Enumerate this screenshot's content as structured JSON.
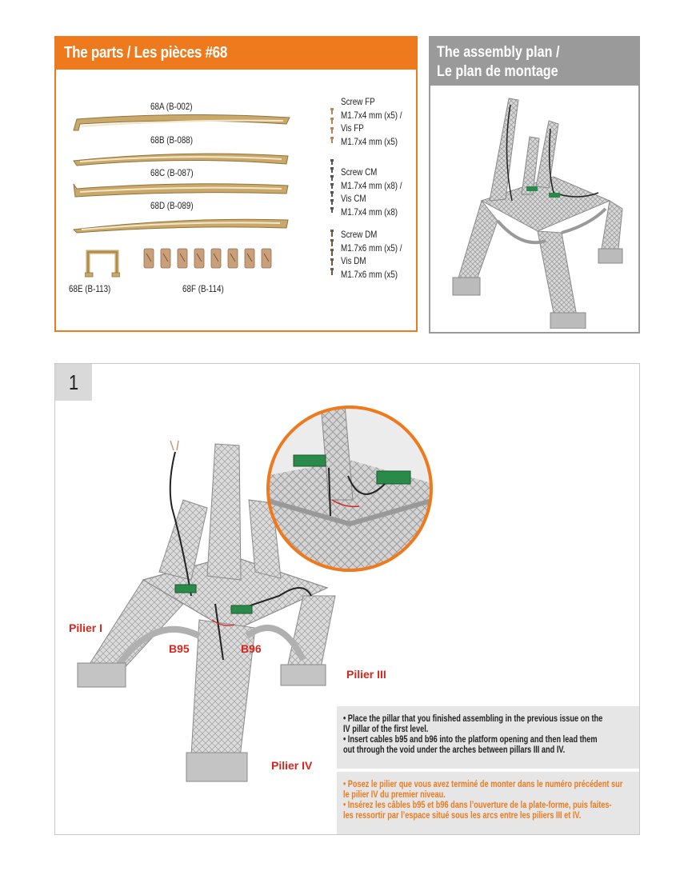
{
  "parts_panel": {
    "title": "The parts / Les pièces #68",
    "parts": [
      {
        "label": "68A (B-002)"
      },
      {
        "label": "68B (B-088)"
      },
      {
        "label": "68C (B-087)"
      },
      {
        "label": "68D (B-089)"
      },
      {
        "label": "68E (B-113)"
      },
      {
        "label": "68F (B-114)"
      }
    ],
    "screws": [
      {
        "lines": [
          "Screw FP",
          "M1.7x4 mm (x5) /",
          "Vis FP",
          "M1.7x4 mm (x5)"
        ]
      },
      {
        "lines": [
          "Screw CM",
          "M1.7x4 mm (x8) /",
          "Vis CM",
          "M1.7x4 mm (x8)"
        ]
      },
      {
        "lines": [
          "Screw DM",
          "M1.7x6 mm (x5) /",
          "Vis DM",
          "M1.7x6 mm (x5)"
        ]
      }
    ]
  },
  "plan_panel": {
    "title_line1": "The assembly plan /",
    "title_line2": "Le plan de montage"
  },
  "step": {
    "number": "1",
    "pillar_labels": {
      "pilier_1": "Pilier I",
      "pilier_3": "Pilier III",
      "pilier_4": "Pilier IV"
    },
    "cable_labels": {
      "b95": "B95",
      "b96": "B96"
    },
    "instructions_en": [
      "• Place the pillar that you finished assembling in the previous issue on the",
      "   IV pillar of the first level.",
      "• Insert cables b95 and b96 into the platform opening and then lead them",
      "   out through the void under the arches between pillars III and IV."
    ],
    "instructions_fr": [
      "• Posez le pilier que vous avez terminé de monter dans le numéro précédent sur",
      "   le pilier IV du premier niveau.",
      "• Insérez les câbles b95 et b96 dans l’ouverture de la plate-forme, puis faites-",
      "   les ressortir par l’espace situé sous les arcs entre les piliers III et IV."
    ]
  },
  "colors": {
    "accent": "#ee7a1d",
    "panel_grey": "#9a9a9a",
    "label_red": "#d4271f",
    "wood": "#c9a86a"
  }
}
